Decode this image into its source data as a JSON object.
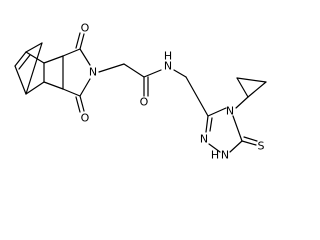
{
  "structure": {
    "atom_labels": {
      "o_top": "O",
      "o_bottom": "O",
      "n_imide": "N",
      "o_amide": "O",
      "amide_nh": "N",
      "amide_h": "H",
      "n_triazole_3": "N",
      "n_triazole_4": "N",
      "n_triazole_1": "N",
      "nh_triazole_h": "H",
      "s_thione": "S"
    },
    "label_color": "#000000",
    "bond_color": "#000000"
  }
}
